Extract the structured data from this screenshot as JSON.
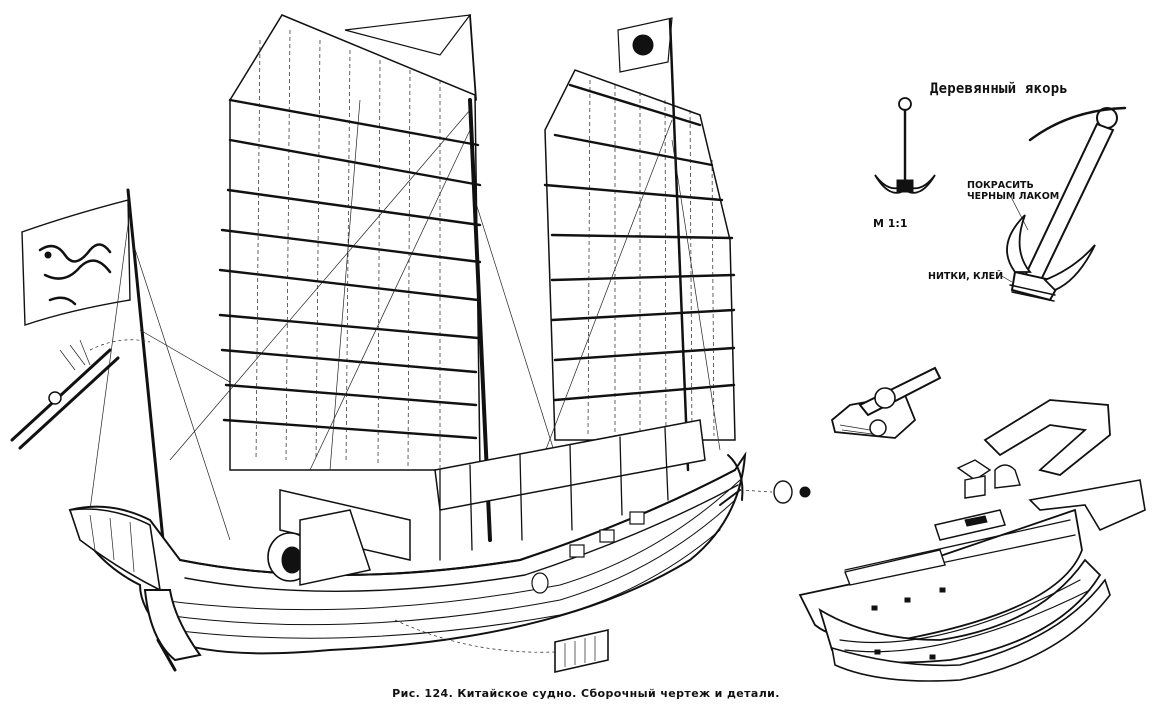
{
  "labels": {
    "anchor_title": "Деревянный якорь",
    "scale": "М 1:1",
    "paint_line1": "ПОКРАСИТЬ",
    "paint_line2": "ЧЕРНЫМ ЛАКОМ",
    "thread": "НИТКИ, КЛЕЙ",
    "caption": "Рис. 124. Китайское судно. Сборочный чертеж и детали."
  },
  "colors": {
    "ink": "#111111",
    "paper": "#ffffff"
  }
}
